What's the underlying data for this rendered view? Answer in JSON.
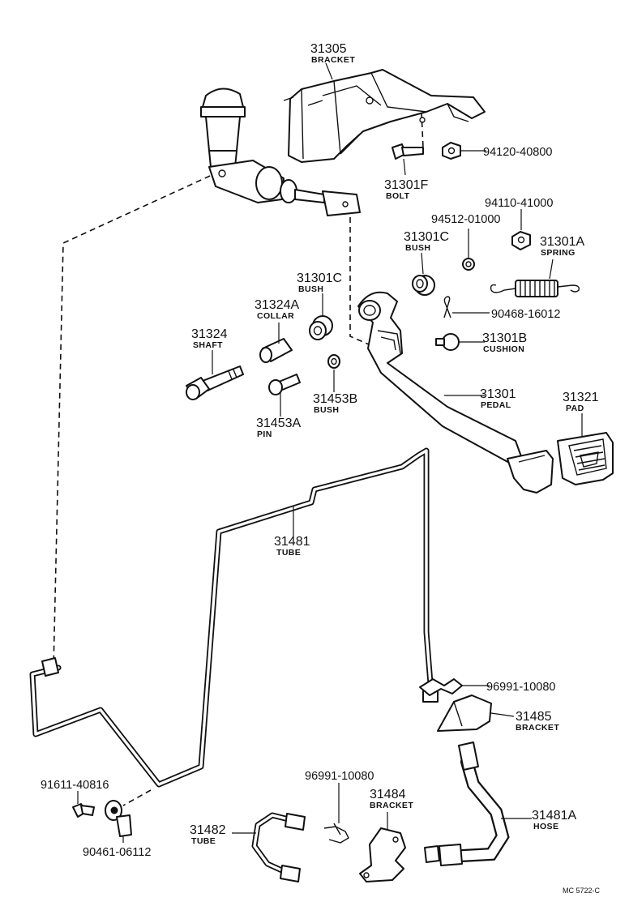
{
  "parts": [
    {
      "id": "p31305",
      "number": "31305",
      "name": "BRACKET"
    },
    {
      "id": "p94120",
      "number": "94120-40800",
      "name": ""
    },
    {
      "id": "p31301F",
      "number": "31301F",
      "name": "BOLT"
    },
    {
      "id": "p94110",
      "number": "94110-41000",
      "name": ""
    },
    {
      "id": "p94512",
      "number": "94512-01000",
      "name": ""
    },
    {
      "id": "p31301C_a",
      "number": "31301C",
      "name": "BUSH"
    },
    {
      "id": "p31301A",
      "number": "31301A",
      "name": "SPRING"
    },
    {
      "id": "p31301C_b",
      "number": "31301C",
      "name": "BUSH"
    },
    {
      "id": "p31324A",
      "number": "31324A",
      "name": "COLLAR"
    },
    {
      "id": "p90468",
      "number": "90468-16012",
      "name": ""
    },
    {
      "id": "p31324",
      "number": "31324",
      "name": "SHAFT"
    },
    {
      "id": "p31301B",
      "number": "31301B",
      "name": "CUSHION"
    },
    {
      "id": "p31301",
      "number": "31301",
      "name": "PEDAL"
    },
    {
      "id": "p31321",
      "number": "31321",
      "name": "PAD"
    },
    {
      "id": "p31453B",
      "number": "31453B",
      "name": "BUSH"
    },
    {
      "id": "p31453A",
      "number": "31453A",
      "name": "PIN"
    },
    {
      "id": "p31481",
      "number": "31481",
      "name": "TUBE"
    },
    {
      "id": "p96991_a",
      "number": "96991-10080",
      "name": ""
    },
    {
      "id": "p31485",
      "number": "31485",
      "name": "BRACKET"
    },
    {
      "id": "p91611",
      "number": "91611-40816",
      "name": ""
    },
    {
      "id": "p96991_b",
      "number": "96991-10080",
      "name": ""
    },
    {
      "id": "p31484",
      "number": "31484",
      "name": "BRACKET"
    },
    {
      "id": "p31482",
      "number": "31482",
      "name": "TUBE"
    },
    {
      "id": "p31481A",
      "number": "31481A",
      "name": "HOSE"
    },
    {
      "id": "p90461",
      "number": "90461-06112",
      "name": ""
    }
  ],
  "diagram_code": "MC  5722-C"
}
